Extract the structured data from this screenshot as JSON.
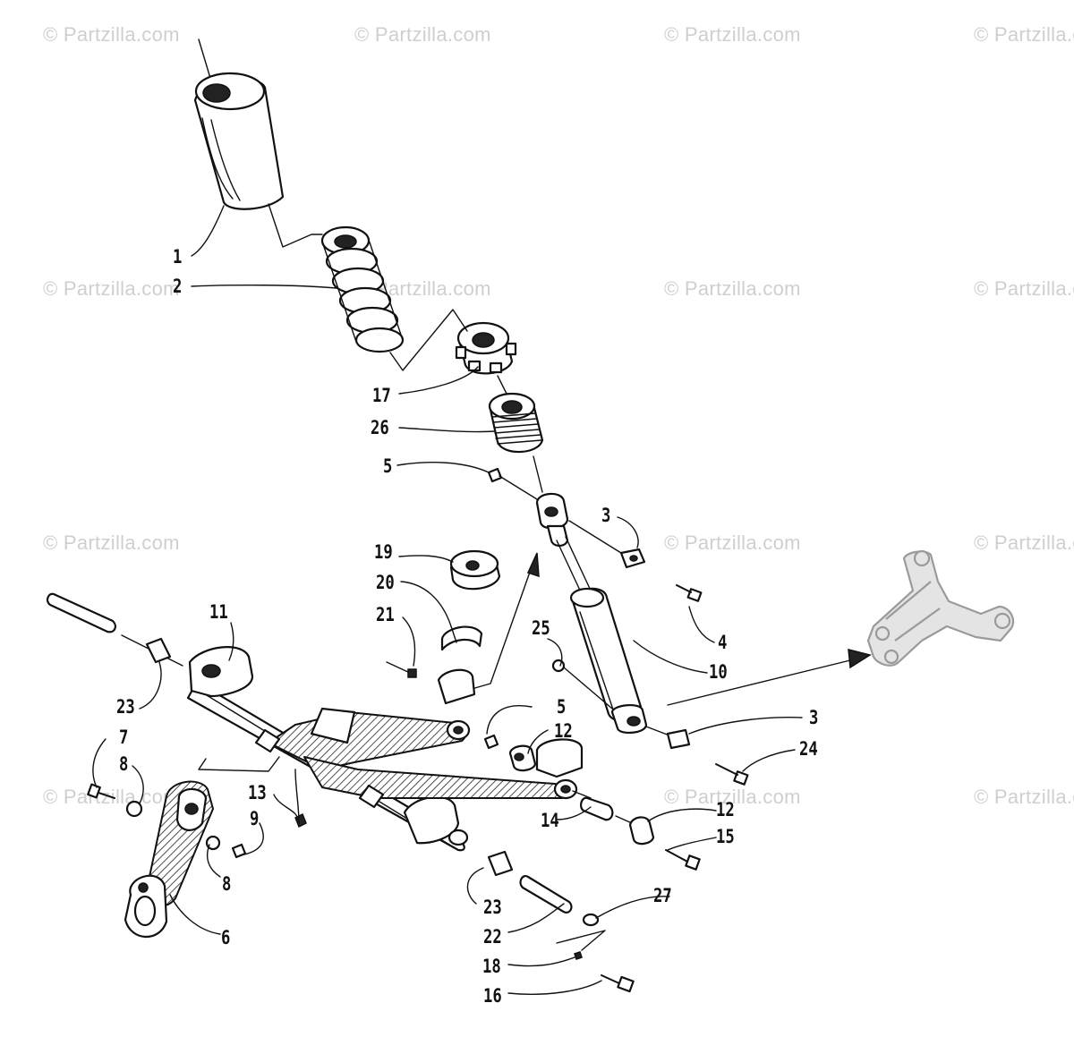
{
  "watermark": "© Partzilla.com",
  "callouts": {
    "c1": "1",
    "c2": "2",
    "c3a": "3",
    "c3b": "3",
    "c4": "4",
    "c5a": "5",
    "c5b": "5",
    "c6": "6",
    "c7": "7",
    "c8a": "8",
    "c8b": "8",
    "c9": "9",
    "c10": "10",
    "c11": "11",
    "c12a": "12",
    "c12b": "12",
    "c13": "13",
    "c14": "14",
    "c15": "15",
    "c16": "16",
    "c17": "17",
    "c18": "18",
    "c19": "19",
    "c20": "20",
    "c21": "21",
    "c22": "22",
    "c23a": "23",
    "c23b": "23",
    "c24": "24",
    "c25": "25",
    "c26": "26",
    "c27": "27"
  }
}
